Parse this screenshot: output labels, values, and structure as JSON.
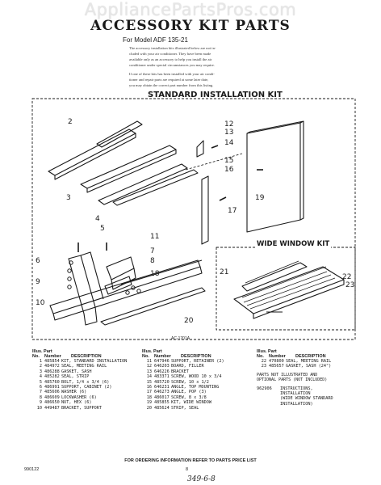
{
  "watermark": "AppliancePartsPros.com",
  "header": {
    "title": "ACCESSORY KIT PARTS",
    "model": "For Model ADF 135-21"
  },
  "intro": {
    "paragraph1": [
      "The accessory installation kits illustrated below are not in-",
      "cluded with your air conditioner. They have been made",
      "available only as an accessory to help you install the air",
      "conditioner under special circumstances you may require."
    ],
    "paragraph2": [
      "If one of these kits has been installed with your air condi-",
      "tioner and repair parts are required at some later date,",
      "you may obtain the correct part number from this listing."
    ]
  },
  "diagram": {
    "standard_label": "STANDARD INSTALLATION KIT",
    "wide_label": "WIDE WINDOW KIT",
    "figure_ref": "AC-1701A"
  },
  "callouts": [
    "2",
    "3",
    "4",
    "5",
    "6",
    "7",
    "8",
    "9",
    "10",
    "11",
    "12",
    "13",
    "14",
    "15",
    "16",
    "17",
    "18",
    "19",
    "20",
    "21",
    "22",
    "23"
  ],
  "parts_header": {
    "illus": "Illus. Part",
    "no": "No.",
    "number": "Number",
    "description": "DESCRIPTION"
  },
  "parts_columns": [
    [
      {
        "no": "1",
        "part": "485854",
        "desc": "KIT, STANDARD INSTALLATION"
      },
      {
        "no": "2",
        "part": "484972",
        "desc": "SEAL, MEETING RAIL"
      },
      {
        "no": "3",
        "part": "486288",
        "desc": "GASKET, SASH"
      },
      {
        "no": "4",
        "part": "485282",
        "desc": "SEAL, STRIP"
      },
      {
        "no": "5",
        "part": "485760",
        "desc": "BOLT, 1/4 x 3/4 (6)"
      },
      {
        "no": "6",
        "part": "486991",
        "desc": "SUPPORT, CABINET (2)"
      },
      {
        "no": "7",
        "part": "485606",
        "desc": "WASHER (6)"
      },
      {
        "no": "8",
        "part": "486609",
        "desc": "LOCKWASHER (6)"
      },
      {
        "no": "9",
        "part": "486650",
        "desc": "NUT, HEX (6)"
      },
      {
        "no": "10",
        "part": "449487",
        "desc": "BRACKET, SUPPORT"
      }
    ],
    [
      {
        "no": "11",
        "part": "647946",
        "desc": "SUPPORT, RETAINER (2)"
      },
      {
        "no": "12",
        "part": "646203",
        "desc": "BOARD, FILLER"
      },
      {
        "no": "13",
        "part": "646226",
        "desc": "BRACKET"
      },
      {
        "no": "14",
        "part": "483371",
        "desc": "SCREW, WOOD 10 x 3/4"
      },
      {
        "no": "15",
        "part": "485720",
        "desc": "SCREW, 10 x 1/2"
      },
      {
        "no": "16",
        "part": "646231",
        "desc": "ANGLE, TOP MOUNTING"
      },
      {
        "no": "17",
        "part": "646273",
        "desc": "ANGLE, POP (3)"
      },
      {
        "no": "18",
        "part": "486017",
        "desc": "SCREW, 8 x 3/8"
      },
      {
        "no": "19",
        "part": "485855",
        "desc": "KIT, WIDE WINDOW"
      },
      {
        "no": "20",
        "part": "485624",
        "desc": "STRIP, SEAL"
      }
    ],
    [
      {
        "no": "22",
        "part": "470800",
        "desc": "SEAL, MEETING RAIL"
      },
      {
        "no": "23",
        "part": "485657",
        "desc": "GASKET, SASH (24\")"
      }
    ]
  ],
  "parts_notes": {
    "not_illustrated": [
      "PARTS NOT ILLUSTRATED AND",
      "OPTIONAL PARTS (NOT INCLUDED)"
    ],
    "instructions_part": "962906",
    "instructions_desc": [
      "INSTRUCTIONS,",
      "INSTALLATION",
      "(WIDE WINDOW STANDARD",
      "INSTALLATION)"
    ]
  },
  "footer": {
    "ordering": "FOR ORDERING INFORMATION REFER TO PARTS PRICE LIST",
    "code": "990122",
    "page": "8",
    "handwritten": "349-6-8"
  }
}
